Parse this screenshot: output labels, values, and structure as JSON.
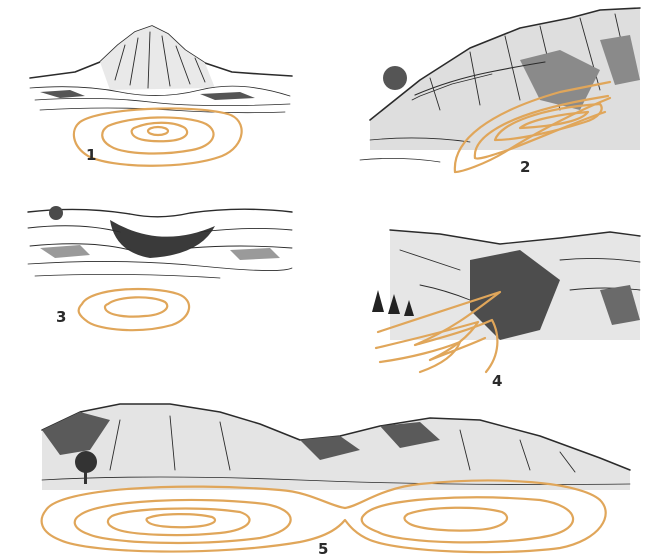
{
  "figure": {
    "panels": [
      {
        "id": 1,
        "label": "1",
        "landform": "hill"
      },
      {
        "id": 2,
        "label": "2",
        "landform": "ridge-spur"
      },
      {
        "id": 3,
        "label": "3",
        "landform": "basin"
      },
      {
        "id": 4,
        "label": "4",
        "landform": "hollow"
      },
      {
        "id": 5,
        "label": "5",
        "landform": "saddle"
      }
    ],
    "colors": {
      "contour": "#e0a65a",
      "ink": "#2b2b2b",
      "shade": "#6d6d6d",
      "background": "#ffffff"
    }
  }
}
